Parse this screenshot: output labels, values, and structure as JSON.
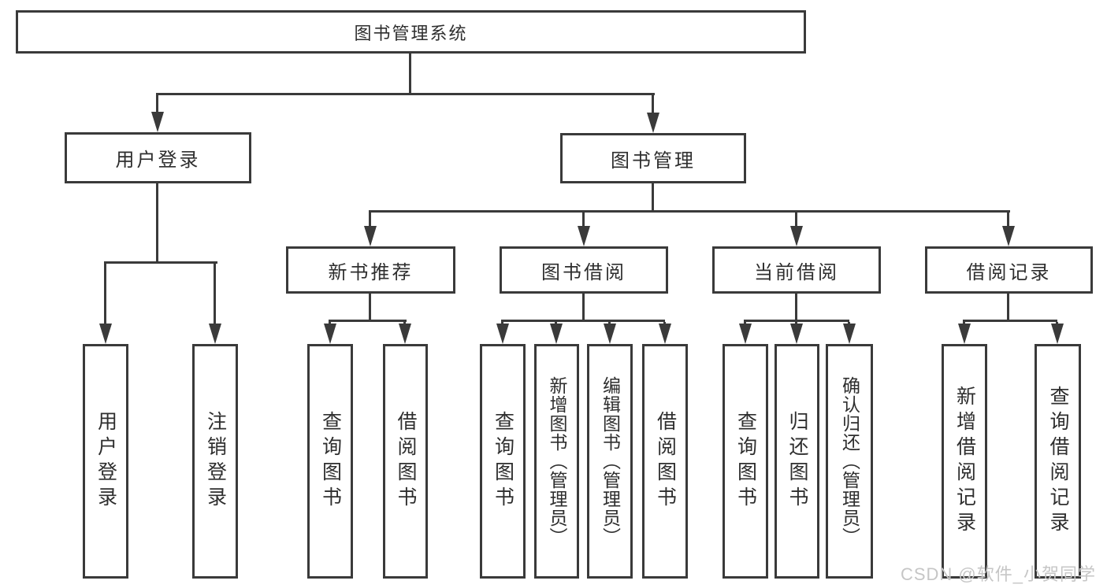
{
  "diagram": {
    "type": "tree",
    "nodes": {
      "root": {
        "label": "图书管理系统"
      },
      "user_login": {
        "label": "用户登录"
      },
      "book_mgmt": {
        "label": "图书管理"
      },
      "new_book_rec": {
        "label": "新书推荐"
      },
      "book_borrow": {
        "label": "图书借阅"
      },
      "current_borrow": {
        "label": "当前借阅"
      },
      "borrow_records": {
        "label": "借阅记录"
      },
      "leaf_user_login": {
        "label": "用户登录"
      },
      "leaf_logout": {
        "label": "注销登录"
      },
      "leaf_nbr_query": {
        "label": "查询图书"
      },
      "leaf_nbr_borrow": {
        "label": "借阅图书"
      },
      "leaf_bb_query": {
        "label": "查询图书"
      },
      "leaf_bb_add": {
        "label": "新增图书（管理员）"
      },
      "leaf_bb_edit": {
        "label": "编辑图书（管理员）"
      },
      "leaf_bb_borrow": {
        "label": "借阅图书"
      },
      "leaf_cb_query": {
        "label": "查询图书"
      },
      "leaf_cb_return": {
        "label": "归还图书"
      },
      "leaf_cb_confirm": {
        "label": "确认归还（管理员）"
      },
      "leaf_br_add": {
        "label": "新增借阅记录"
      },
      "leaf_br_query": {
        "label": "查询借阅记录"
      }
    },
    "edges": [
      {
        "parent": "root",
        "children": [
          "user_login",
          "book_mgmt"
        ]
      },
      {
        "parent": "user_login",
        "children": [
          "leaf_user_login",
          "leaf_logout"
        ]
      },
      {
        "parent": "book_mgmt",
        "children": [
          "new_book_rec",
          "book_borrow",
          "current_borrow",
          "borrow_records"
        ]
      },
      {
        "parent": "new_book_rec",
        "children": [
          "leaf_nbr_query",
          "leaf_nbr_borrow"
        ]
      },
      {
        "parent": "book_borrow",
        "children": [
          "leaf_bb_query",
          "leaf_bb_add",
          "leaf_bb_edit",
          "leaf_bb_borrow"
        ]
      },
      {
        "parent": "current_borrow",
        "children": [
          "leaf_cb_query",
          "leaf_cb_return",
          "leaf_cb_confirm"
        ]
      },
      {
        "parent": "borrow_records",
        "children": [
          "leaf_br_add",
          "leaf_br_query"
        ]
      }
    ],
    "colors": {
      "line": "#3a3a3a",
      "text": "#2e2e2e",
      "background": "#ffffff",
      "watermark": "#c6c6c6"
    }
  },
  "watermark": {
    "text": "CSDN @软件_小贺同学"
  }
}
